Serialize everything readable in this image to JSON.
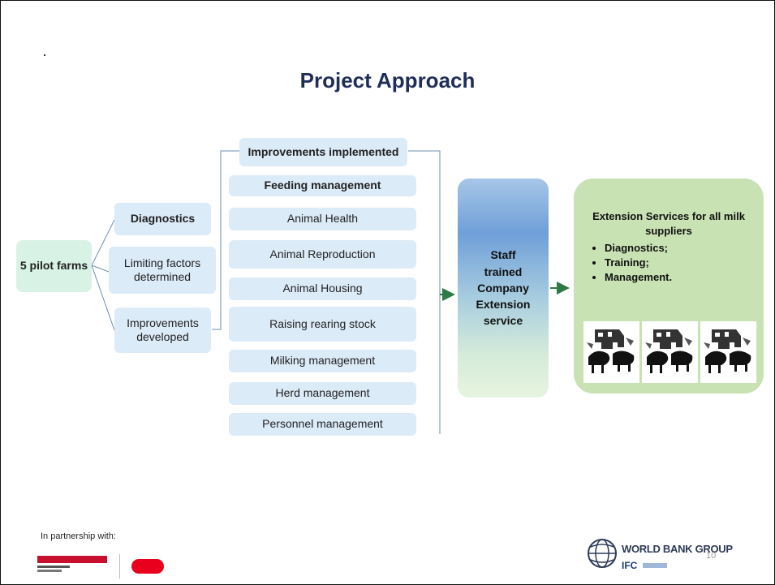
{
  "title": "Project Approach",
  "pilot": "5 pilot farms",
  "stages": [
    {
      "label": "Diagnostics"
    },
    {
      "label": "Limiting factors determined"
    },
    {
      "label": "Improvements developed"
    }
  ],
  "implemented_header": "Improvements implemented",
  "areas": [
    "Feeding management",
    "Animal Health",
    "Animal Reproduction",
    "Animal Housing",
    "Raising rearing stock",
    "Milking management",
    "Herd management",
    "Personnel management"
  ],
  "staff": "Staff trained Company Extension service",
  "extension": {
    "title": "Extension Services for all milk suppliers",
    "bullets": [
      "Diagnostics;",
      "Training;",
      "Management."
    ]
  },
  "footer": {
    "partnership": "In partnership with:",
    "wbg": "WORLD BANK GROUP",
    "ifc": "IFC",
    "slide_number": "10"
  },
  "colors": {
    "title": "#1f2d5a",
    "light_blue": "#dcebf8",
    "light_green": "#d8f3e6",
    "extension_green": "#c8e2b3",
    "arrow": "#2e7a44"
  }
}
